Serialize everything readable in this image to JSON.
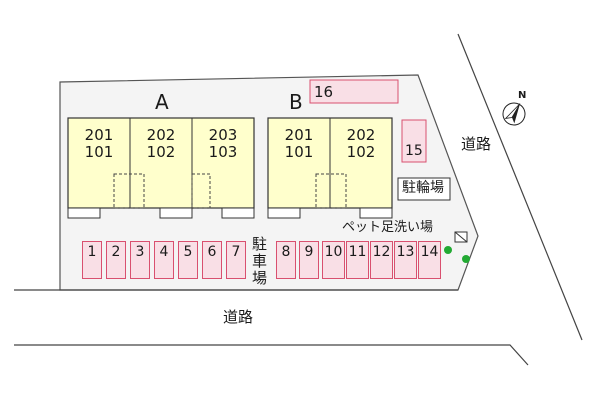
{
  "buildings": [
    {
      "name": "A",
      "units": [
        {
          "upper": "201",
          "lower": "101"
        },
        {
          "upper": "202",
          "lower": "102"
        },
        {
          "upper": "203",
          "lower": "103"
        }
      ]
    },
    {
      "name": "B",
      "units": [
        {
          "upper": "201",
          "lower": "101"
        },
        {
          "upper": "202",
          "lower": "102"
        }
      ]
    }
  ],
  "parking": {
    "label": "駐車場",
    "left_row": [
      "1",
      "2",
      "3",
      "4",
      "5",
      "6",
      "7"
    ],
    "right_row": [
      "8",
      "9",
      "10",
      "11",
      "12",
      "13",
      "14"
    ],
    "extra": [
      "16",
      "15"
    ]
  },
  "bicycle_parking": "駐輪場",
  "pet_footwash": "ペット足洗い場",
  "roads": {
    "right": "道路",
    "bottom": "道路"
  },
  "compass": "N",
  "colors": {
    "building": "#ffffcc",
    "parking_fill": "#f9dfe6",
    "parking_border": "#d9506f",
    "lot": "#f4f4f4",
    "tree": "#22aa33"
  }
}
